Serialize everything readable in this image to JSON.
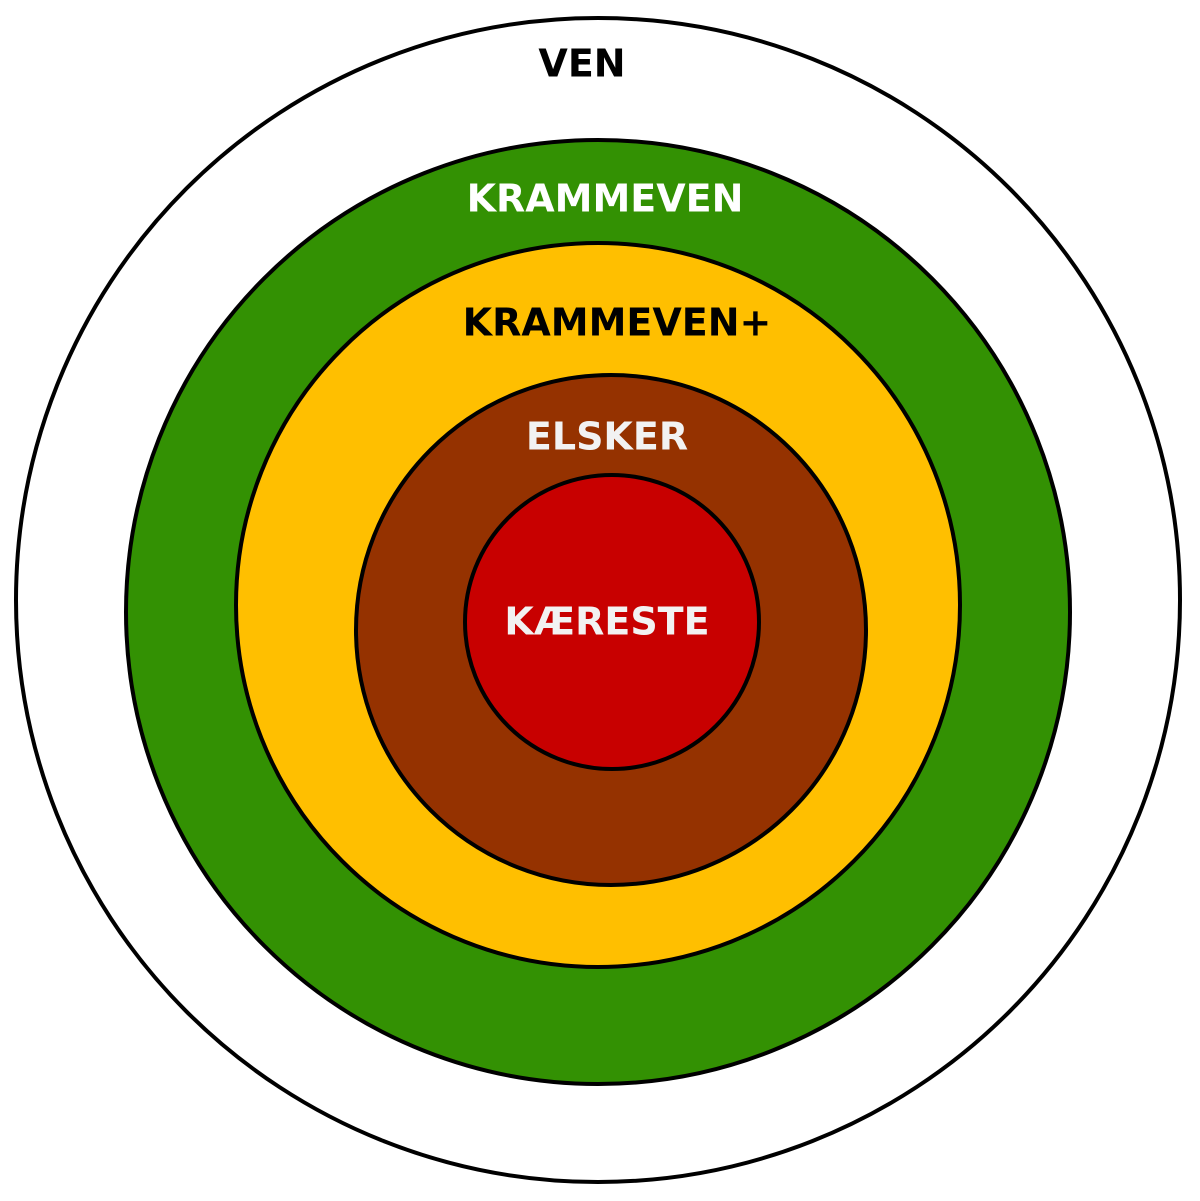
{
  "rings": [
    {
      "label": "VEN",
      "fill": "#ffffff",
      "text_color": "#000000"
    },
    {
      "label": "KRAMMEVEN",
      "fill": "#339103",
      "text_color": "#ffffff"
    },
    {
      "label": "KRAMMEVEN+",
      "fill": "#ffbf00",
      "text_color": "#000000"
    },
    {
      "label": "ELSKER",
      "fill": "#953200",
      "text_color": "#f2f2f2"
    },
    {
      "label": "KÆRESTE",
      "fill": "#c80000",
      "text_color": "#f2f2f2"
    }
  ]
}
